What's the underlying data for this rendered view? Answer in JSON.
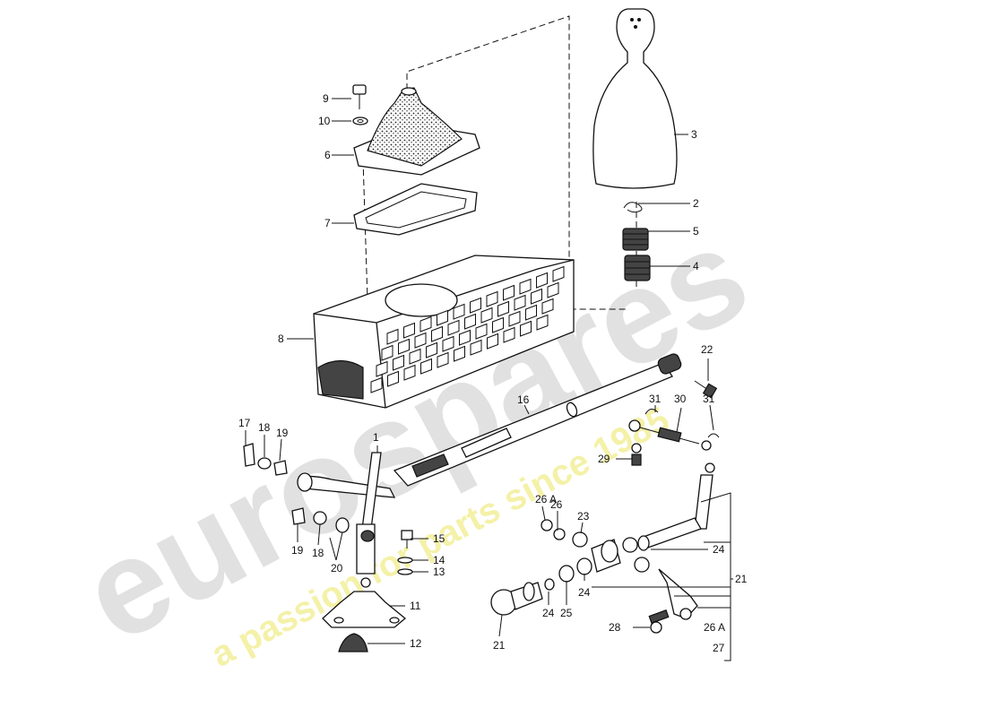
{
  "watermark": {
    "brand": "eurospares",
    "tagline": "a passion for parts since 1985",
    "brand_color": "#dcdcdc",
    "tagline_color": "#f3ef9a"
  },
  "callouts": [
    {
      "id": "c1",
      "text": "1"
    },
    {
      "id": "c2",
      "text": "2"
    },
    {
      "id": "c3",
      "text": "3"
    },
    {
      "id": "c4",
      "text": "4"
    },
    {
      "id": "c5",
      "text": "5"
    },
    {
      "id": "c6",
      "text": "6"
    },
    {
      "id": "c7",
      "text": "7"
    },
    {
      "id": "c8",
      "text": "8"
    },
    {
      "id": "c9",
      "text": "9"
    },
    {
      "id": "c10",
      "text": "10"
    },
    {
      "id": "c11",
      "text": "11"
    },
    {
      "id": "c12",
      "text": "12"
    },
    {
      "id": "c13",
      "text": "13"
    },
    {
      "id": "c14",
      "text": "14"
    },
    {
      "id": "c15",
      "text": "15"
    },
    {
      "id": "c16",
      "text": "16"
    },
    {
      "id": "c17",
      "text": "17"
    },
    {
      "id": "c18a",
      "text": "18"
    },
    {
      "id": "c18b",
      "text": "18"
    },
    {
      "id": "c19a",
      "text": "19"
    },
    {
      "id": "c19b",
      "text": "19"
    },
    {
      "id": "c20",
      "text": "20"
    },
    {
      "id": "c21",
      "text": "21"
    },
    {
      "id": "c22",
      "text": "22"
    },
    {
      "id": "c23",
      "text": "23"
    },
    {
      "id": "c24a",
      "text": "24"
    },
    {
      "id": "c24b",
      "text": "24"
    },
    {
      "id": "c24c",
      "text": "24"
    },
    {
      "id": "c25",
      "text": "25"
    },
    {
      "id": "c26",
      "text": "26"
    },
    {
      "id": "c26A1",
      "text": "26 A"
    },
    {
      "id": "c26A2",
      "text": "26 A"
    },
    {
      "id": "c27a",
      "text": "27"
    },
    {
      "id": "c27b",
      "text": "27"
    },
    {
      "id": "c28",
      "text": "28"
    },
    {
      "id": "c29",
      "text": "29"
    },
    {
      "id": "c30",
      "text": "30"
    },
    {
      "id": "c31a",
      "text": "31"
    },
    {
      "id": "c31b",
      "text": "31"
    }
  ]
}
